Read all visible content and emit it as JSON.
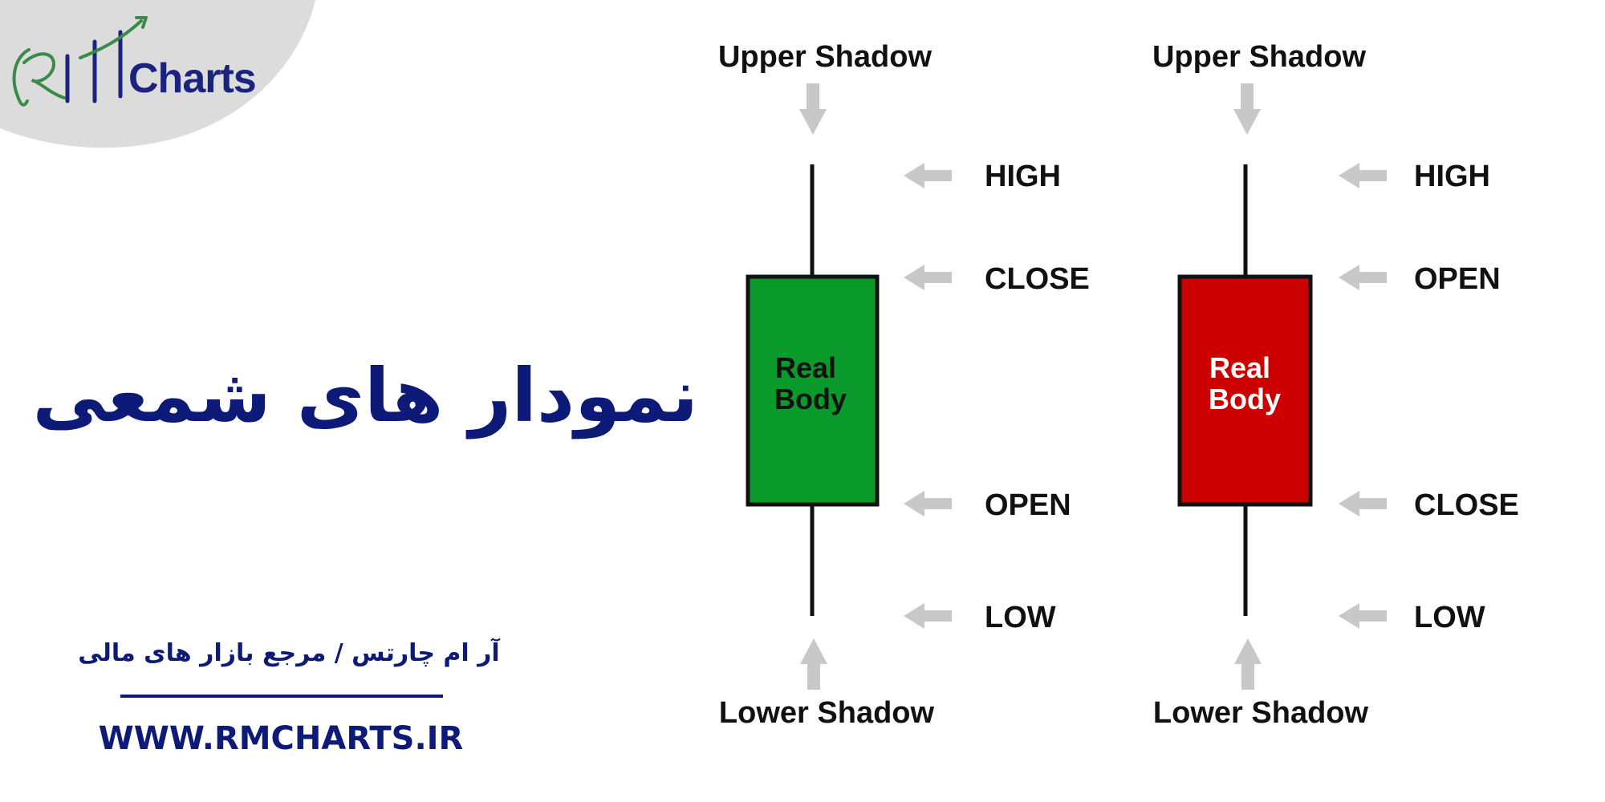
{
  "brand": {
    "logo_text": "RMCharts",
    "logo_word": "Charts",
    "logo_initials_color": "#3a8a4a",
    "logo_bars_color": "#1a237e",
    "blob_color": "#dcdcdc"
  },
  "page": {
    "title": "نمودار های شمعی",
    "tagline": "آر ام چارتس / مرجع بازار های مالی",
    "site_url": "WWW.RMCHARTS.IR",
    "text_color": "#0d1a78"
  },
  "candles": [
    {
      "name": "bullish",
      "color": "#0a9a2c",
      "body_text_color": "#111111",
      "upper_shadow_label": "Upper Shadow",
      "lower_shadow_label": "Lower Shadow",
      "body_label_line1": "Real",
      "body_label_line2": "Body",
      "price_labels": [
        "HIGH",
        "CLOSE",
        "OPEN",
        "LOW"
      ]
    },
    {
      "name": "bearish",
      "color": "#cc0000",
      "body_text_color": "#ffffff",
      "upper_shadow_label": "Upper Shadow",
      "lower_shadow_label": "Lower Shadow",
      "body_label_line1": "Real",
      "body_label_line2": "Body",
      "price_labels": [
        "HIGH",
        "OPEN",
        "CLOSE",
        "LOW"
      ]
    }
  ],
  "arrow_color": "#c8c8c8"
}
